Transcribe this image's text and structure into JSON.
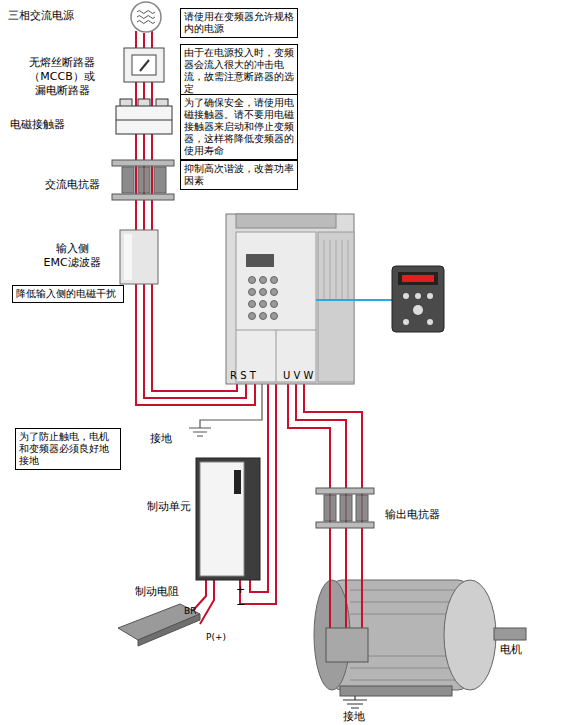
{
  "diagram": {
    "nodes": [
      {
        "text": [
          "请使用在变频器允许规格内的电源"
        ]
      },
      {
        "text": [
          "由于在电源投入时，变频器会流入很大的冲击电流，故需注意断路器的选定"
        ]
      },
      {
        "text": [
          "为了确保安全，请使用电磁接触器。请不要用电磁接触器来启动和停止变频器，这样将降低变频器的使用寿命"
        ]
      },
      {
        "text": [
          "抑制高次谐波，改善功率因素"
        ]
      },
      {
        "text": [
          "降低输入侧的电磁干扰"
        ]
      },
      {
        "text": [
          "为了防止触电，电机和变频器必须良好地接地"
        ]
      }
    ],
    "labels": [
      "三相交流电源",
      "无熔丝断路器 （MCCB）或 漏电断路器",
      "电磁接触器",
      "交流电抗器",
      "输入侧 EMC滤波器",
      "R S T",
      "U V W",
      "接地",
      "制动单元",
      "制动电阻",
      "BR",
      "P(+)",
      "+",
      "−",
      "输出电抗器",
      "电机",
      "接地"
    ]
  }
}
